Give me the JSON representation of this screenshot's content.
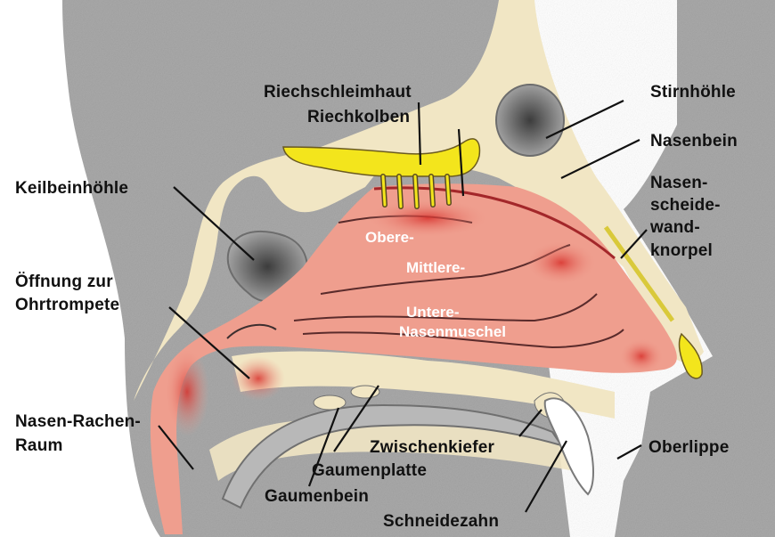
{
  "labels": {
    "riechschleimhaut": "Riechschleimhaut",
    "riechkolben": "Riechkolben",
    "stirnhoehle": "Stirnhöhle",
    "nasenbein": "Nasenbein",
    "keilbeinhoehle": "Keilbeinhöhle",
    "nasenscheidewandknorpel": [
      "Nasen-",
      "scheide-",
      "wand-",
      "knorpel"
    ],
    "oeffnung_ohrtrompete": [
      "Öffnung zur",
      "Ohrtrompete"
    ],
    "obere": "Obere-",
    "mittlere": "Mittlere-",
    "untere_nasenmuschel": [
      "Untere-",
      "Nasenmuschel"
    ],
    "nasen_rachen_raum": [
      "Nasen-Rachen-",
      "Raum"
    ],
    "zwischenkiefer": "Zwischenkiefer",
    "gaumenplatte": "Gaumenplatte",
    "gaumenbein": "Gaumenbein",
    "schneidezahn": "Schneidezahn",
    "oberlippe": "Oberlippe"
  },
  "colors": {
    "background_tissue": "#a9a9a9",
    "bone": "#f1e6c4",
    "mucosa": "#ef9e8e",
    "mucosa_dark": "#d9584d",
    "olfactory_bulb": "#f3e51c",
    "sinus": "#7e7e7e",
    "tooth": "#ffffff",
    "label_text": "#111111",
    "inner_label_text": "#ffffff"
  }
}
